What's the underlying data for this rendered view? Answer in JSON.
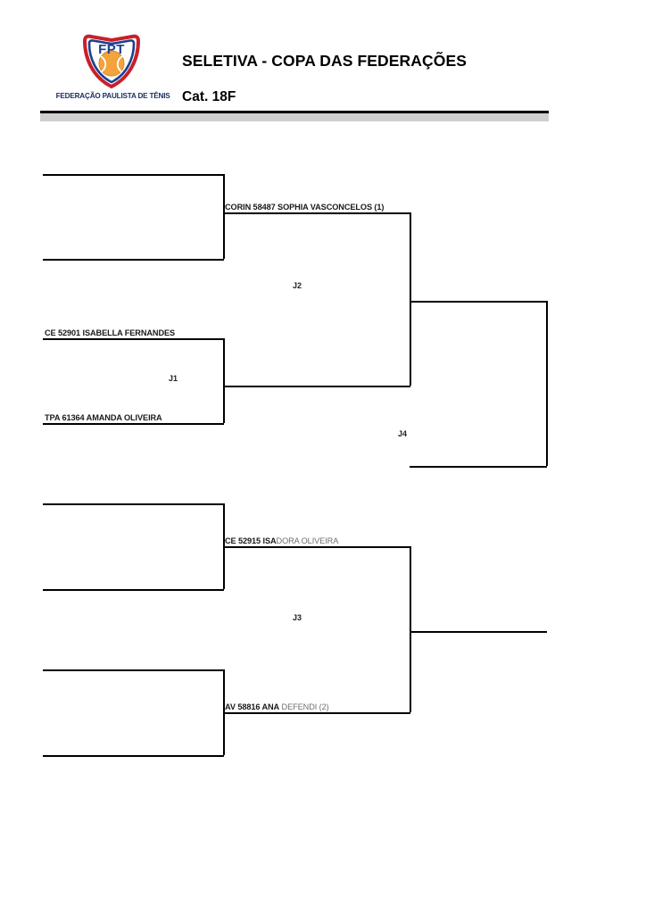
{
  "header": {
    "logo": {
      "icon": "fpt-shield-logo",
      "letters": "FPT",
      "caption": "FEDERAÇÃO PAULISTA DE TÊNIS",
      "shield_border_color": "#c8202a",
      "letters_color": "#1d3f8f",
      "ball_color": "#f2a33c"
    },
    "title": "SELETIVA - COPA DAS FEDERAÇÕES",
    "category": "Cat. 18F"
  },
  "bracket": {
    "entries": [
      {
        "id": "r16-slot-1",
        "club": "",
        "reg": "",
        "name": "",
        "seed": ""
      },
      {
        "id": "r16-slot-2",
        "club": "",
        "reg": "",
        "name": "",
        "seed": ""
      },
      {
        "id": "r16-slot-3",
        "club": "CE",
        "reg": "52901",
        "name": "ISABELLA FERNANDES",
        "seed": "",
        "strong": "CE 52901 ISABELLA FERNANDES",
        "dim": ""
      },
      {
        "id": "r16-slot-4",
        "club": "TPA",
        "reg": "61364",
        "name": "AMANDA OLIVEIRA",
        "seed": "",
        "strong": "TPA 61364 AMANDA OLIVEIRA",
        "dim": ""
      },
      {
        "id": "r16-slot-5",
        "club": "",
        "reg": "",
        "name": "",
        "seed": ""
      },
      {
        "id": "r16-slot-6",
        "club": "",
        "reg": "",
        "name": "",
        "seed": ""
      },
      {
        "id": "r16-slot-7",
        "club": "",
        "reg": "",
        "name": "",
        "seed": ""
      },
      {
        "id": "r16-slot-8",
        "club": "",
        "reg": "",
        "name": "",
        "seed": ""
      }
    ],
    "labels": {
      "top_winner": {
        "strong": "CORIN 58487 SOPHIA VASCONCELOS (1)",
        "dim": ""
      },
      "mid_upper": {
        "strong": "CE 52901 ISABELLA FERNANDES",
        "dim": ""
      },
      "mid_lower": {
        "strong": "TPA 61364 AMANDA OLIVEIRA",
        "dim": ""
      },
      "bot_upper": {
        "strong": "CE 52915 ISA",
        "dim": "DORA OLIVEIRA"
      },
      "bot_lower": {
        "strong": "AV 58816 ANA",
        "dim": " DEFENDI (2)"
      }
    },
    "matches": [
      {
        "code": "J1"
      },
      {
        "code": "J2"
      },
      {
        "code": "J3"
      },
      {
        "code": "J4"
      }
    ]
  }
}
